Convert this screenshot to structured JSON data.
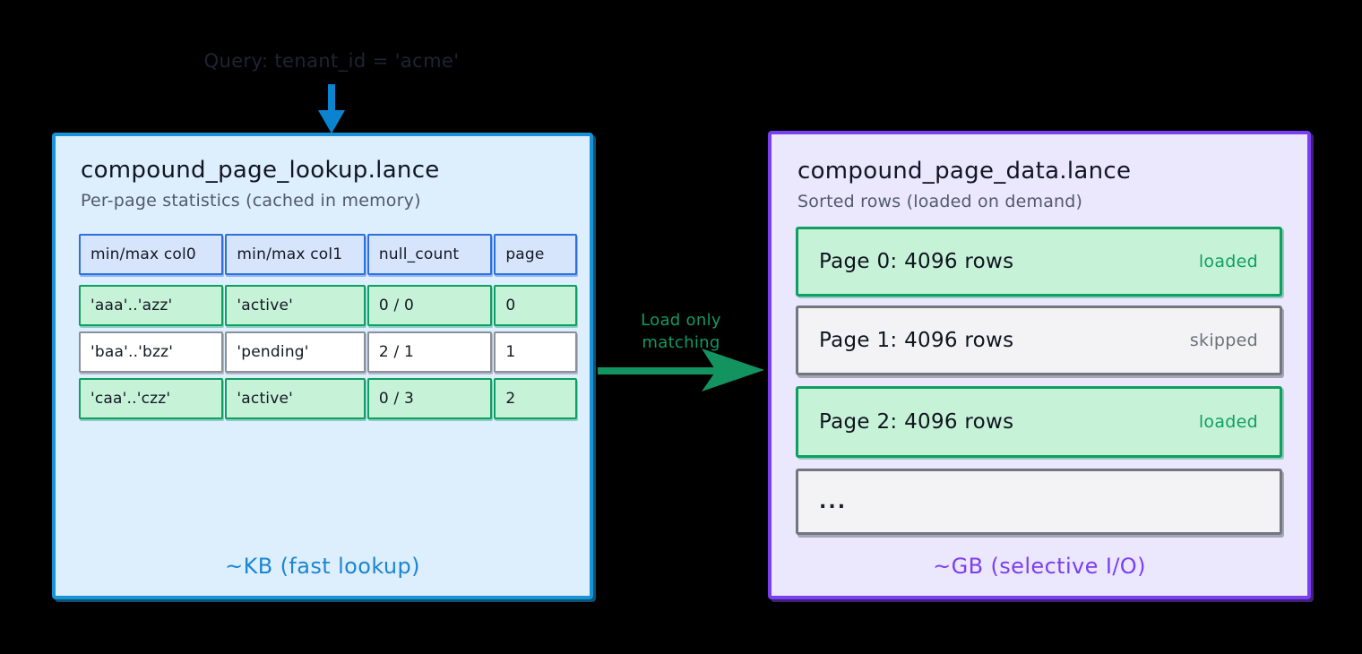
{
  "query": {
    "caption": "Query: tenant_id = 'acme'",
    "arrow_color": "#0b84d0"
  },
  "transfer": {
    "label_line1": "Load only",
    "label_line2": "matching",
    "color": "#0f9a63"
  },
  "lookup_panel": {
    "title": "compound_page_lookup.lance",
    "subtitle": "Per-page statistics (cached in memory)",
    "footer": "~KB (fast lookup)",
    "border_color": "#1793d6",
    "fill_color": "#ddeefc",
    "table": {
      "headers": [
        "min/max col0",
        "min/max col1",
        "null_count",
        "page"
      ],
      "rows": [
        {
          "state": "hit",
          "cells": [
            "'aaa'..'azz'",
            "'active'",
            "0 / 0",
            "0"
          ]
        },
        {
          "state": "miss",
          "cells": [
            "'baa'..'bzz'",
            "'pending'",
            "2 / 1",
            "1"
          ]
        },
        {
          "state": "hit",
          "cells": [
            "'caa'..'czz'",
            "'active'",
            "0 / 3",
            "2"
          ]
        }
      ]
    }
  },
  "data_panel": {
    "title": "compound_page_data.lance",
    "subtitle": "Sorted rows (loaded on demand)",
    "footer": "~GB (selective I/O)",
    "border_color": "#7b3ff2",
    "fill_color": "#ebe7fd",
    "pages": [
      {
        "label": "Page 0: 4096 rows",
        "status": "loaded",
        "state": "loaded"
      },
      {
        "label": "Page 1: 4096 rows",
        "status": "skipped",
        "state": "skipped"
      },
      {
        "label": "Page 2: 4096 rows",
        "status": "loaded",
        "state": "loaded"
      },
      {
        "label": "...",
        "status": "",
        "state": "ellipsis"
      }
    ]
  }
}
